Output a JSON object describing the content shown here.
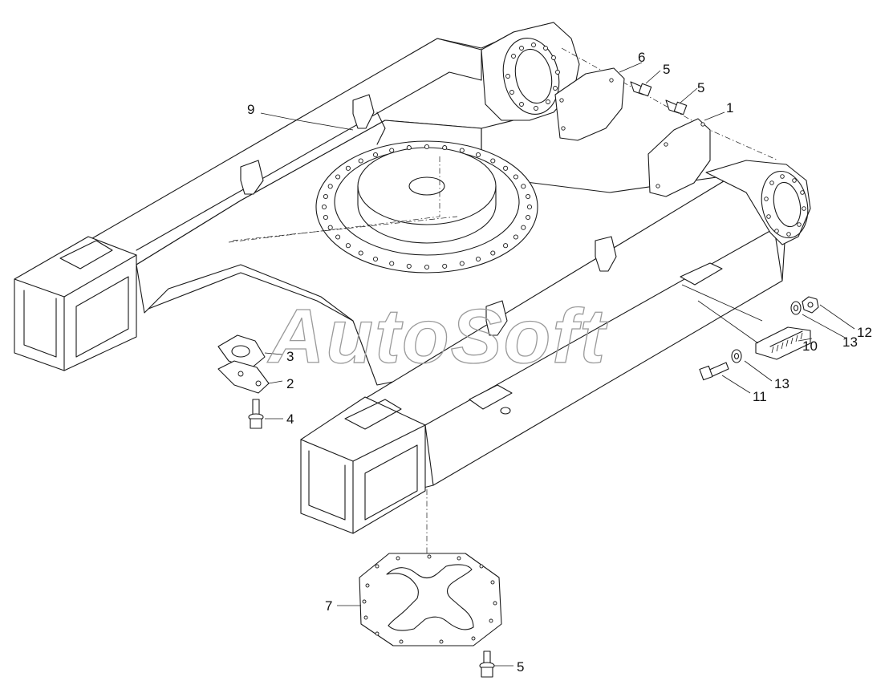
{
  "watermark": "AutoSoft",
  "callouts": [
    {
      "id": "c9",
      "text": "9"
    },
    {
      "id": "c6",
      "text": "6"
    },
    {
      "id": "c5a",
      "text": "5"
    },
    {
      "id": "c5b",
      "text": "5"
    },
    {
      "id": "c1",
      "text": "1"
    },
    {
      "id": "c3",
      "text": "3"
    },
    {
      "id": "c2",
      "text": "2"
    },
    {
      "id": "c4",
      "text": "4"
    },
    {
      "id": "c12",
      "text": "12"
    },
    {
      "id": "c13a",
      "text": "13"
    },
    {
      "id": "c10",
      "text": "10"
    },
    {
      "id": "c13b",
      "text": "13"
    },
    {
      "id": "c11",
      "text": "11"
    },
    {
      "id": "c7",
      "text": "7"
    },
    {
      "id": "c5c",
      "text": "5"
    }
  ]
}
